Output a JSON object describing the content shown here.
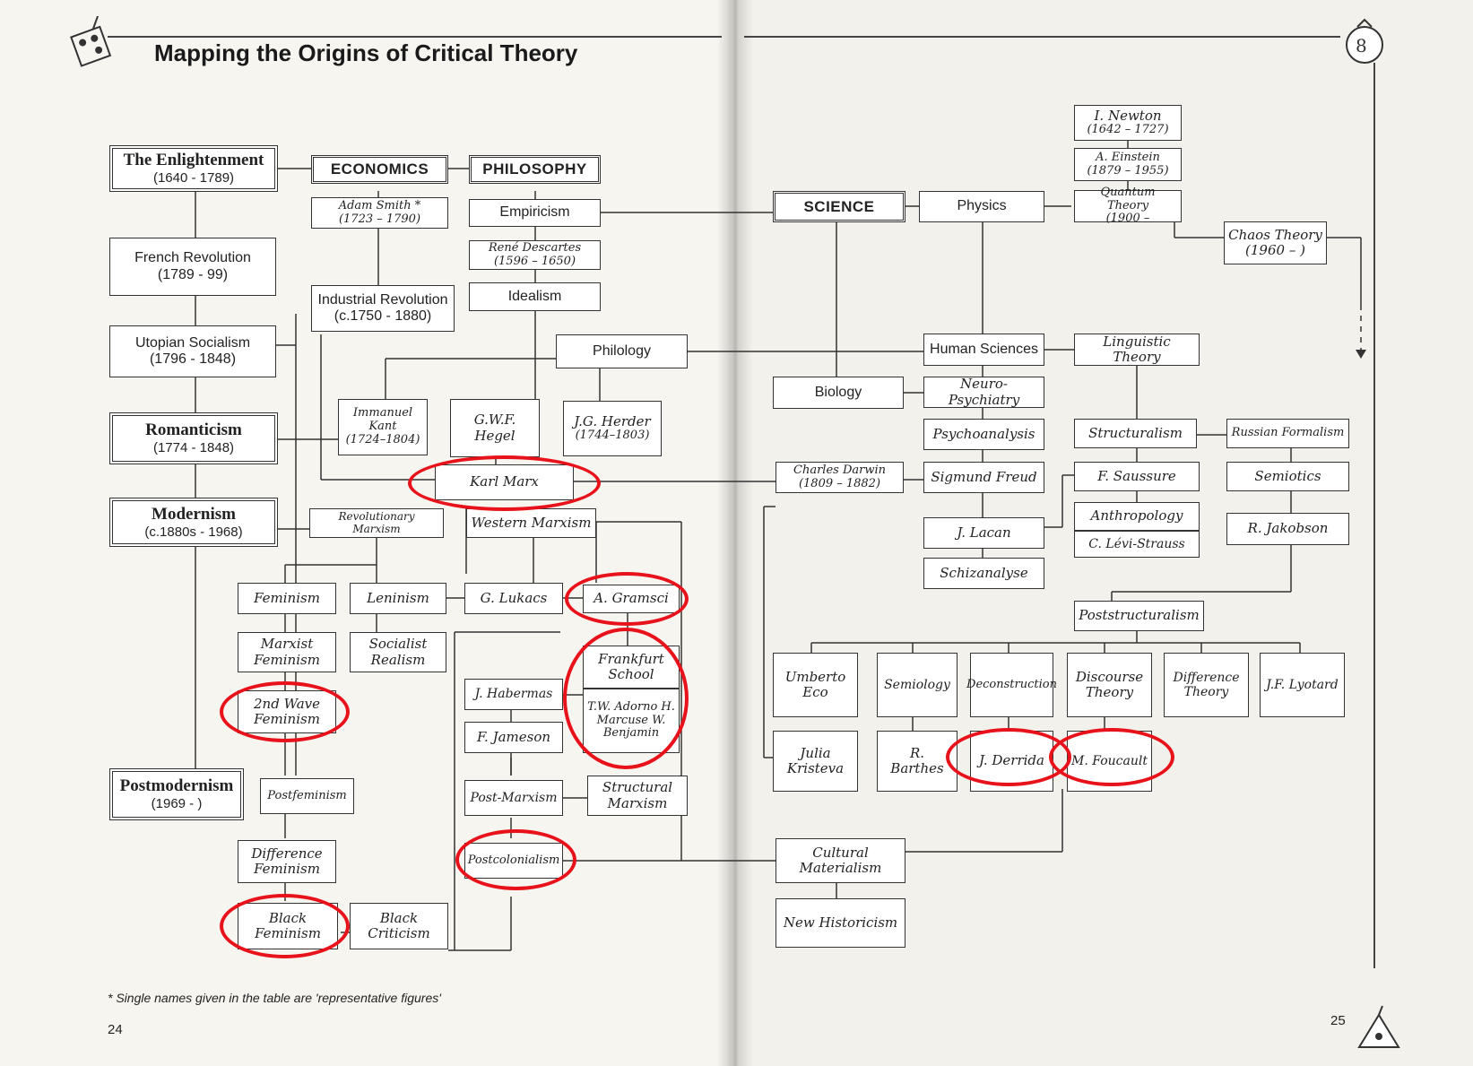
{
  "title": "Mapping the Origins of Critical Theory",
  "footnote": "Single names given in the table are 'representative figures'",
  "page_left": "24",
  "page_right": "25",
  "colors": {
    "highlight": "#e8121b",
    "ink": "#333333",
    "paper": "#f6f4ef"
  },
  "eras": [
    {
      "name": "The Enlightenment",
      "dates": "(1640 - 1789)"
    },
    {
      "name": "Romanticism",
      "dates": "(1774 - 1848)"
    },
    {
      "name": "Modernism",
      "dates": "(c.1880s - 1968)"
    },
    {
      "name": "Postmodernism",
      "dates": "(1969 -      )"
    }
  ],
  "nodes": {
    "economics": "ECONOMICS",
    "philosophy": "PHILOSOPHY",
    "science": "SCIENCE",
    "adam_smith": "Adam Smith *",
    "adam_smith_dates": "(1723 – 1790)",
    "empiricism": "Empiricism",
    "descartes": "René Descartes",
    "descartes_dates": "(1596 – 1650)",
    "idealism": "Idealism",
    "industrial_rev": "Industrial Revolution",
    "industrial_rev_dates": "(c.1750 - 1880)",
    "french_rev": "French Revolution",
    "french_rev_dates": "(1789 - 99)",
    "utopian": "Utopian Socialism",
    "utopian_dates": "(1796 - 1848)",
    "philology": "Philology",
    "kant": "Immanuel Kant",
    "kant_dates": "(1724–1804)",
    "hegel": "G.W.F. Hegel",
    "herder": "J.G. Herder",
    "herder_dates": "(1744–1803)",
    "marx": "Karl Marx",
    "rev_marxism": "Revolutionary Marxism",
    "western_marxism": "Western Marxism",
    "feminism": "Feminism",
    "leninism": "Leninism",
    "lukacs": "G. Lukacs",
    "gramsci": "A. Gramsci",
    "marxist_feminism": "Marxist Feminism",
    "socialist_realism": "Socialist Realism",
    "frankfurt": "Frankfurt School",
    "frankfurt_members": "T.W. Adorno H. Marcuse W. Benjamin",
    "habermas": "J. Habermas",
    "jameson": "F. Jameson",
    "second_wave": "2nd Wave Feminism",
    "postfeminism": "Postfeminism",
    "post_marxism": "Post-Marxism",
    "structural_marxism": "Structural Marxism",
    "difference_feminism": "Difference Feminism",
    "postcolonialism": "Postcolonialism",
    "black_feminism": "Black Feminism",
    "black_criticism": "Black Criticism",
    "physics": "Physics",
    "newton": "I. Newton",
    "newton_dates": "(1642 – 1727)",
    "einstein": "A. Einstein",
    "einstein_dates": "(1879 – 1955)",
    "quantum": "Quantum Theory",
    "quantum_dates": "(1900 –",
    "chaos": "Chaos Theory",
    "chaos_dates": "(1960 –   )",
    "human_sciences": "Human Sciences",
    "linguistic_theory": "Linguistic Theory",
    "biology": "Biology",
    "neuro": "Neuro-Psychiatry",
    "psychoanalysis": "Psychoanalysis",
    "structuralism": "Structuralism",
    "russian_formalism": "Russian Formalism",
    "darwin": "Charles Darwin",
    "darwin_dates": "(1809 – 1882)",
    "freud": "Sigmund Freud",
    "saussure": "F. Saussure",
    "semiotics": "Semiotics",
    "lacan": "J. Lacan",
    "anthropology": "Anthropology",
    "levi_strauss": "C. Lévi-Strauss",
    "jakobson": "R. Jakobson",
    "schizanalyse": "Schizanalyse",
    "poststructuralism": "Poststructuralism",
    "eco": "Umberto Eco",
    "semiology": "Semiology",
    "deconstruction": "Deconstruction",
    "discourse": "Discourse Theory",
    "difference_theory": "Difference Theory",
    "lyotard": "J.F. Lyotard",
    "kristeva": "Julia Kristeva",
    "barthes": "R. Barthes",
    "derrida": "J. Derrida",
    "foucault": "M. Foucault",
    "cultural_materialism": "Cultural Materialism",
    "new_historicism": "New Historicism"
  }
}
